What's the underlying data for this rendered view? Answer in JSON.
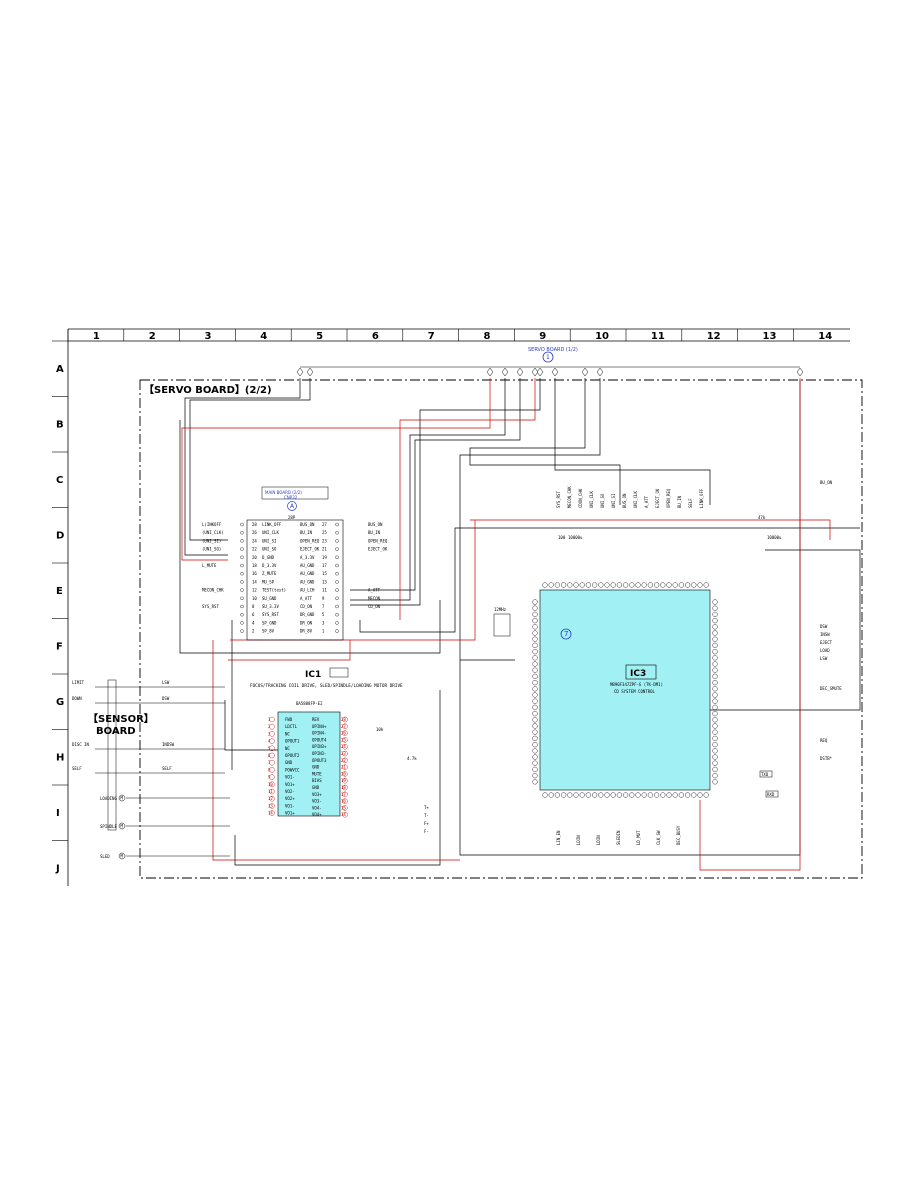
{
  "grid": {
    "columns": [
      "1",
      "2",
      "3",
      "4",
      "5",
      "6",
      "7",
      "8",
      "9",
      "10",
      "11",
      "12",
      "13",
      "14"
    ],
    "rows": [
      "A",
      "B",
      "C",
      "D",
      "E",
      "F",
      "G",
      "H",
      "I",
      "J"
    ]
  },
  "header": {
    "servo_ref": "SERVO BOARD (1/2)",
    "servo_ref_marker": "1",
    "board_title": "【SERVO BOARD】(2/2)"
  },
  "main_board_connector": {
    "label": "MAIN BOARD (2/2)",
    "part": "CNP32",
    "marker": "A",
    "pins_label": "28P",
    "left_pins": [
      {
        "num": "28",
        "name": "LINK_OFF",
        "net": "L(INKOFF"
      },
      {
        "num": "26",
        "name": "UNI_CLK",
        "net": "(UNI_CLK)"
      },
      {
        "num": "24",
        "name": "UNI_SI",
        "net": "(UNI_SI)"
      },
      {
        "num": "22",
        "name": "UNI_SO",
        "net": "(UNI_SO)"
      },
      {
        "num": "20",
        "name": "D_GND",
        "net": ""
      },
      {
        "num": "18",
        "name": "D_3.3V",
        "net": "L_MUTE"
      },
      {
        "num": "16",
        "name": "Z_MUTE",
        "net": ""
      },
      {
        "num": "14",
        "name": "MU_SP",
        "net": ""
      },
      {
        "num": "12",
        "name": "TEST(test)",
        "net": "MECON_CHK"
      },
      {
        "num": "10",
        "name": "SU_GND",
        "net": ""
      },
      {
        "num": "8",
        "name": "SU_3.3V",
        "net": "SYS_RST"
      },
      {
        "num": "6",
        "name": "SYS_RST",
        "net": ""
      },
      {
        "num": "4",
        "name": "SP_GND",
        "net": ""
      },
      {
        "num": "2",
        "name": "SP_8V",
        "net": ""
      }
    ],
    "right_pins": [
      {
        "num": "27",
        "name": "BUS_ON",
        "net": "BUS_ON"
      },
      {
        "num": "25",
        "name": "BU_IN",
        "net": "BU_IN"
      },
      {
        "num": "23",
        "name": "OPEN_REQ",
        "net": "OPEN_REQ"
      },
      {
        "num": "21",
        "name": "EJECT_OK",
        "net": "EJECT_OK"
      },
      {
        "num": "19",
        "name": "A_3.3V",
        "net": ""
      },
      {
        "num": "17",
        "name": "AU_GND",
        "net": ""
      },
      {
        "num": "15",
        "name": "AU_GND",
        "net": ""
      },
      {
        "num": "13",
        "name": "AU_GND",
        "net": ""
      },
      {
        "num": "11",
        "name": "AU_LCH",
        "net": "A_ATT"
      },
      {
        "num": "9",
        "name": "A_ATT",
        "net": "MECON"
      },
      {
        "num": "7",
        "name": "CD_ON",
        "net": "CD_ON"
      },
      {
        "num": "5",
        "name": "DR_GND",
        "net": ""
      },
      {
        "num": "3",
        "name": "DR_ON",
        "net": ""
      },
      {
        "num": "1",
        "name": "DR_8V",
        "net": ""
      }
    ]
  },
  "ic1": {
    "ref": "IC1",
    "description": "FOCUS/TRACKING COIL DRIVE, SLED/SPINDLE/LOADING MOTOR DRIVE",
    "part": "BA5888FP-E2",
    "left_pins": [
      "FWD",
      "LDCTL",
      "NC",
      "OPOUT1",
      "NC",
      "OPOUT2",
      "GND",
      "POWVCC",
      "VO1-",
      "VO1+",
      "VO2-",
      "VO2+",
      "VO1-",
      "VO1+"
    ],
    "right_pins": [
      "REV",
      "OPIN4+",
      "OPIN4-",
      "OPOUT4",
      "OPIN3+",
      "OPIN3-",
      "OPOUT3",
      "GND",
      "MUTE",
      "BIAS",
      "GND",
      "VO3+",
      "VO3-",
      "VO4-",
      "VO4+"
    ]
  },
  "ic3": {
    "ref": "IC3",
    "part": "MB90F347ZPF-G (TK-DM1)",
    "description": "CD SYSTEM CONTROL",
    "marker": "7"
  },
  "sensor_board": {
    "title": "【SENSOR】\nBOARD",
    "signals": [
      "LIMIT",
      "DOWN",
      "DISC IN",
      "SELF"
    ],
    "switches": [
      "LSW",
      "DSW",
      "INDSW",
      "SELF"
    ]
  },
  "motors": [
    {
      "name": "LOADING",
      "marker": "M"
    },
    {
      "name": "SPINDLE",
      "marker": "M"
    },
    {
      "name": "SLED",
      "marker": "M"
    }
  ],
  "right_nets": [
    "DSW",
    "INSW",
    "EJECT",
    "LOAD",
    "LSW",
    "DEC_SMUTE",
    "REQ",
    "DSTB*",
    "BU_ON"
  ],
  "ic3_top_nets": [
    "SYS_RST",
    "MECON_CHK",
    "CDON_CHK",
    "UNI_CLK",
    "UNI_SO",
    "UNI_SI",
    "BUS_ON",
    "UNI_CLK",
    "A_ATT",
    "EJECT_OK",
    "OPEN_REQ",
    "BU_IN",
    "SELF",
    "LINK_OFF"
  ],
  "ic3_bottom_nets": [
    "LIN_EN",
    "LDIN",
    "LDIN",
    "SLEDIN",
    "LD_MUT",
    "CLK_SW",
    "DEC_BUSY"
  ],
  "misc_labels": {
    "cap_10000": "10000u",
    "r_100": "100",
    "r_47k": "47k",
    "r_10k": "10k",
    "r_4_7k": "4.7k",
    "crystal": "12MHz",
    "t_plus": "T+",
    "t_minus": "T-",
    "f_plus": "F+",
    "f_minus": "F-",
    "txd": "TXD",
    "rxd": "RXD"
  }
}
